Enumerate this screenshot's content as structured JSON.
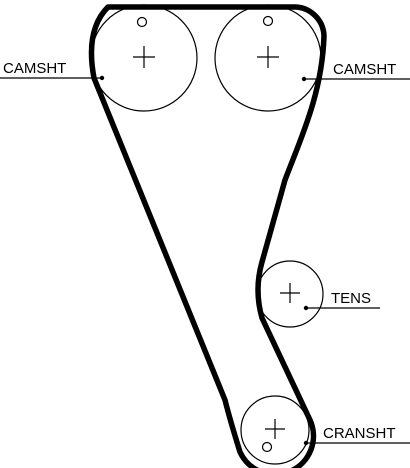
{
  "labels": {
    "camshaft_left": "CAMSHT",
    "camshaft_right": "CAMSHT",
    "tensioner": "TENS",
    "crankshaft": "CRANSHT"
  }
}
